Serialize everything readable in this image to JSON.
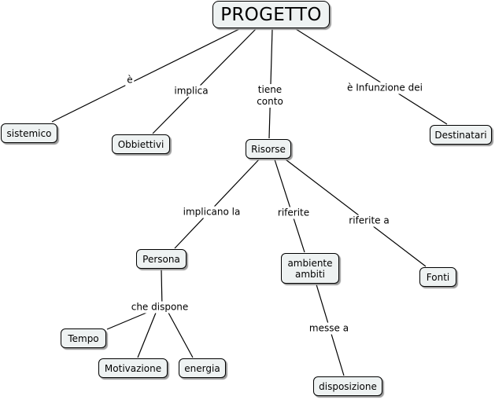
{
  "concept_map": {
    "nodes": {
      "progetto": "PROGETTO",
      "sistemico": "sistemico",
      "obbiettivi": "Obbiettivi",
      "risorse": "Risorse",
      "destinatari": "Destinatari",
      "persona": "Persona",
      "ambiente_ambiti": "ambiente\nambiti",
      "fonti": "Fonti",
      "tempo": "Tempo",
      "motivazione": "Motivazione",
      "energia": "energia",
      "disposizione": "disposizione"
    },
    "links": {
      "e": "è",
      "implica": "implica",
      "tiene_conto": "tiene\nconto",
      "in_funzione": "è Infunzione dei",
      "implicano_la": "implicano la",
      "riferite": "riferite",
      "riferite_a": "riferite a",
      "che_dispone": "che dispone",
      "messe_a": "messe a"
    },
    "colors": {
      "node_fill": "#eef2f2",
      "node_border": "#000000",
      "line": "#000000"
    }
  }
}
